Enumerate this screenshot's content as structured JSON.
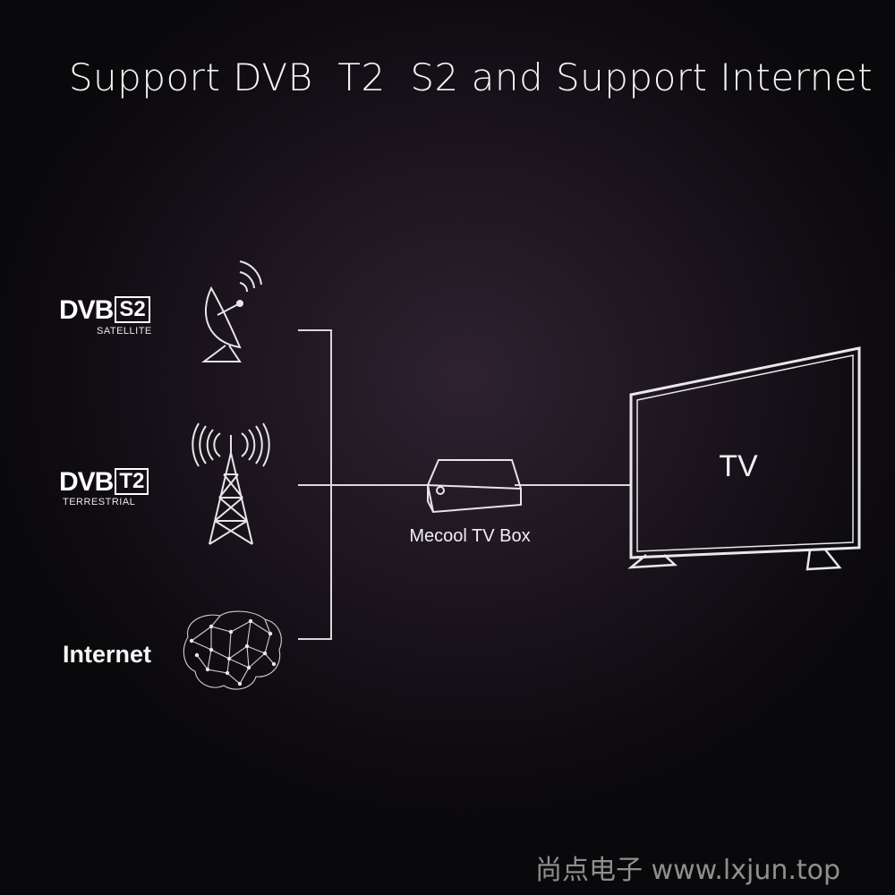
{
  "title": "Support DVB  T2  S2 and Support Internet",
  "sources": {
    "satellite": {
      "logo_text": "DVB",
      "badge": "S2",
      "subtitle": "SATELLITE"
    },
    "terrestrial": {
      "logo_text": "DVB",
      "badge": "T2",
      "subtitle": "TERRESTRIAL"
    },
    "internet": {
      "label": "Internet"
    }
  },
  "box_label": "Mecool TV Box",
  "tv_label": "TV",
  "watermark": "尚点电子  www.lxjun.top",
  "icons": [
    "satellite-dish-icon",
    "broadcast-tower-icon",
    "brain-network-icon",
    "tv-box-icon",
    "television-icon"
  ]
}
